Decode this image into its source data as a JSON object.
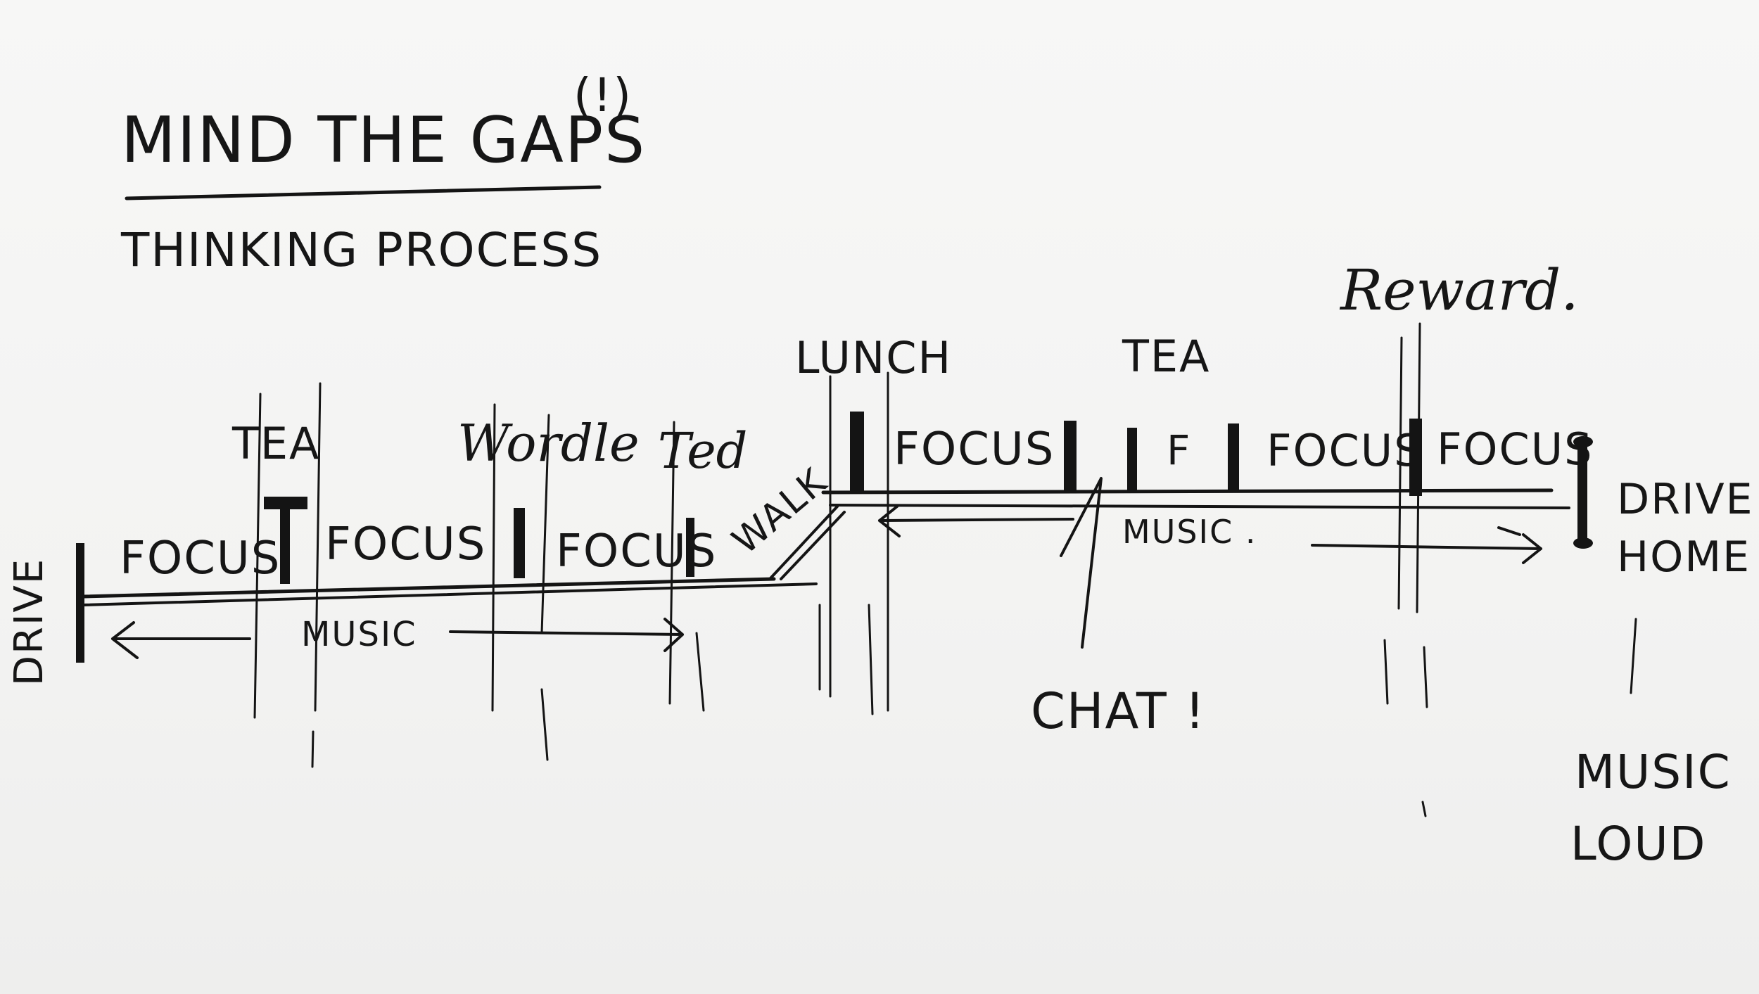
{
  "title": "MIND THE GAPS",
  "title_mark": "(!)",
  "subtitle": "THINKING PROCESS",
  "labels": {
    "drive": "DRIVE",
    "focus_1": "FOCUS",
    "tea_1": "TEA",
    "focus_2": "FOCUS",
    "wordle": "Wordle",
    "focus_3": "FOCUS",
    "ted": "Ted",
    "walk": "WALK",
    "music_1": "MUSIC",
    "lunch": "LUNCH",
    "focus_4": "FOCUS",
    "tea_2": "TEA",
    "f": "F",
    "focus_5": "FOCUS",
    "reward": "Reward.",
    "focus_6": "FOCUS",
    "music_2": "MUSIC .",
    "chat": "CHAT !",
    "drive_home": "DRIVE HOME",
    "music_loud_1": "MUSIC",
    "music_loud_2": "LOUD"
  },
  "colors": {
    "paper": "#f4f4f3",
    "ink": "#141414"
  }
}
